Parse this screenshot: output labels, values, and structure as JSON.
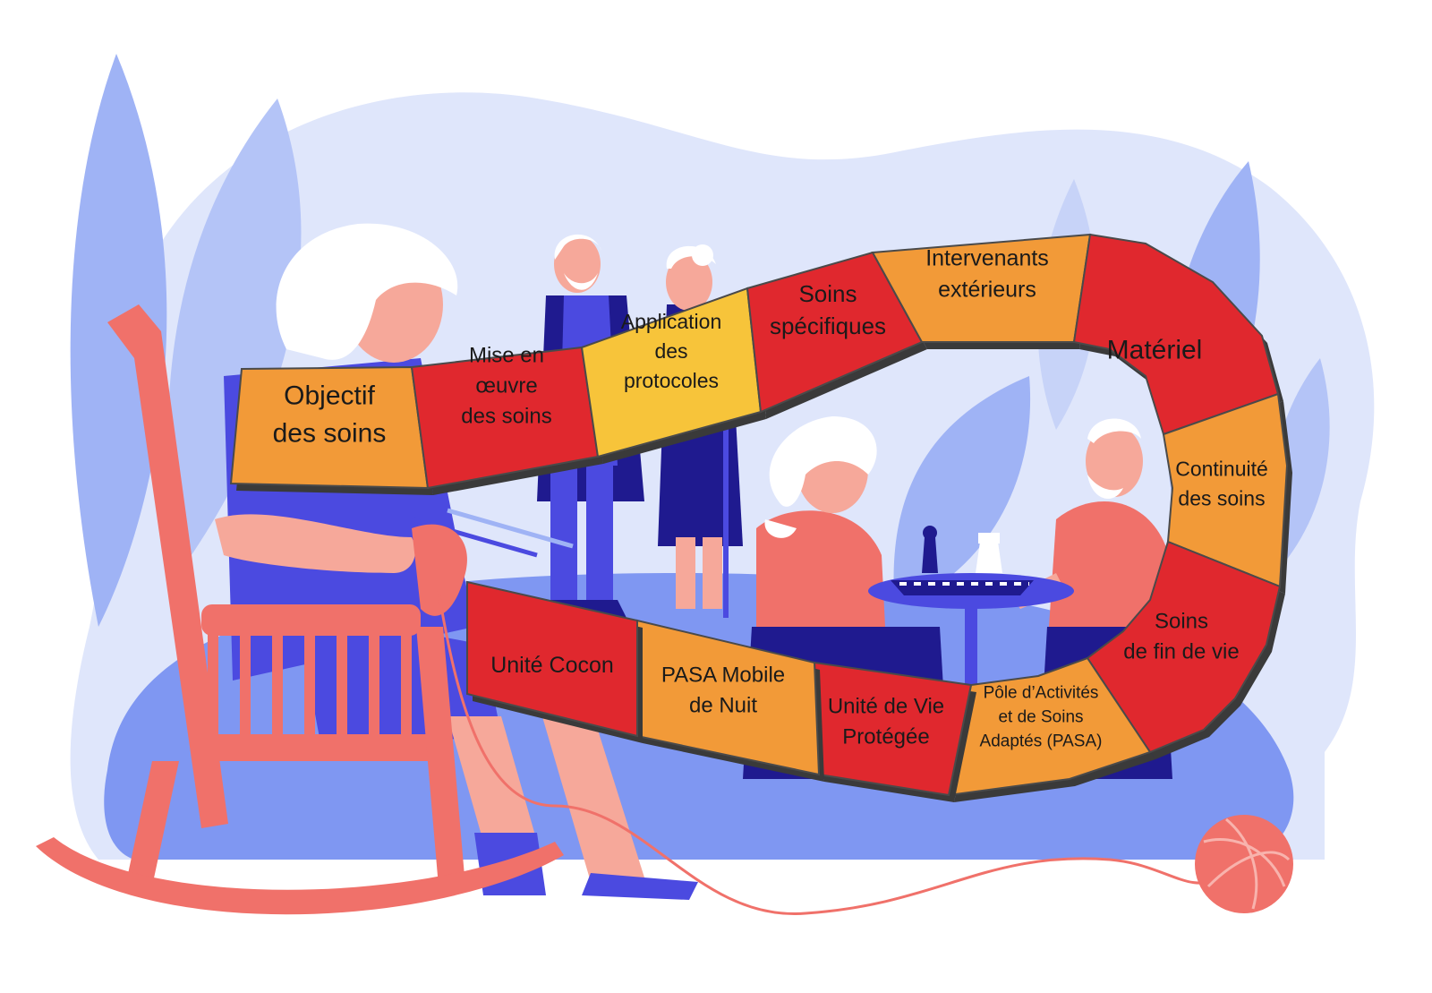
{
  "board": {
    "tiles": [
      {
        "id": "objectif",
        "lines": [
          "Objectif",
          "des soins"
        ],
        "color": "#f29a38"
      },
      {
        "id": "mise-en-oeuvre",
        "lines": [
          "Mise en",
          "œuvre",
          "des soins"
        ],
        "color": "#e0282e"
      },
      {
        "id": "application",
        "lines": [
          "Application",
          "des",
          "protocoles"
        ],
        "color": "#f7c43a"
      },
      {
        "id": "soins-specifiques",
        "lines": [
          "Soins",
          "spécifiques"
        ],
        "color": "#e0282e"
      },
      {
        "id": "intervenants",
        "lines": [
          "Intervenants",
          "extérieurs"
        ],
        "color": "#f29a38"
      },
      {
        "id": "materiel",
        "lines": [
          "Matériel"
        ],
        "color": "#e0282e"
      },
      {
        "id": "continuite",
        "lines": [
          "Continuité",
          "des soins"
        ],
        "color": "#f29a38"
      },
      {
        "id": "fin-de-vie",
        "lines": [
          "Soins",
          "de fin de vie"
        ],
        "color": "#e0282e"
      },
      {
        "id": "pasa",
        "lines": [
          "Pôle d’Activités",
          "et de Soins",
          "Adaptés (PASA)"
        ],
        "color": "#f29a38"
      },
      {
        "id": "uvp",
        "lines": [
          "Unité de Vie",
          "Protégée"
        ],
        "color": "#e0282e"
      },
      {
        "id": "pasa-nuit",
        "lines": [
          "PASA Mobile",
          "de Nuit"
        ],
        "color": "#f29a38"
      },
      {
        "id": "cocon",
        "lines": [
          "Unité Cocon"
        ],
        "color": "#e0282e"
      }
    ]
  },
  "colors": {
    "bg_light": "#dfe6fb",
    "leaf": "#9fb3f5",
    "floor": "#7f97f2",
    "navy": "#1f1a8f",
    "blue": "#4b4ae0",
    "coral": "#f0716a",
    "skin": "#f6a89a",
    "white": "#ffffff"
  },
  "illustration": {
    "figures": [
      "elderly-woman-knitting",
      "elderly-man-standing",
      "elderly-woman-with-cane",
      "elderly-woman-playing-chess",
      "elderly-man-playing-chess"
    ],
    "objects": [
      "rocking-chair",
      "chess-table",
      "yarn-ball"
    ]
  }
}
